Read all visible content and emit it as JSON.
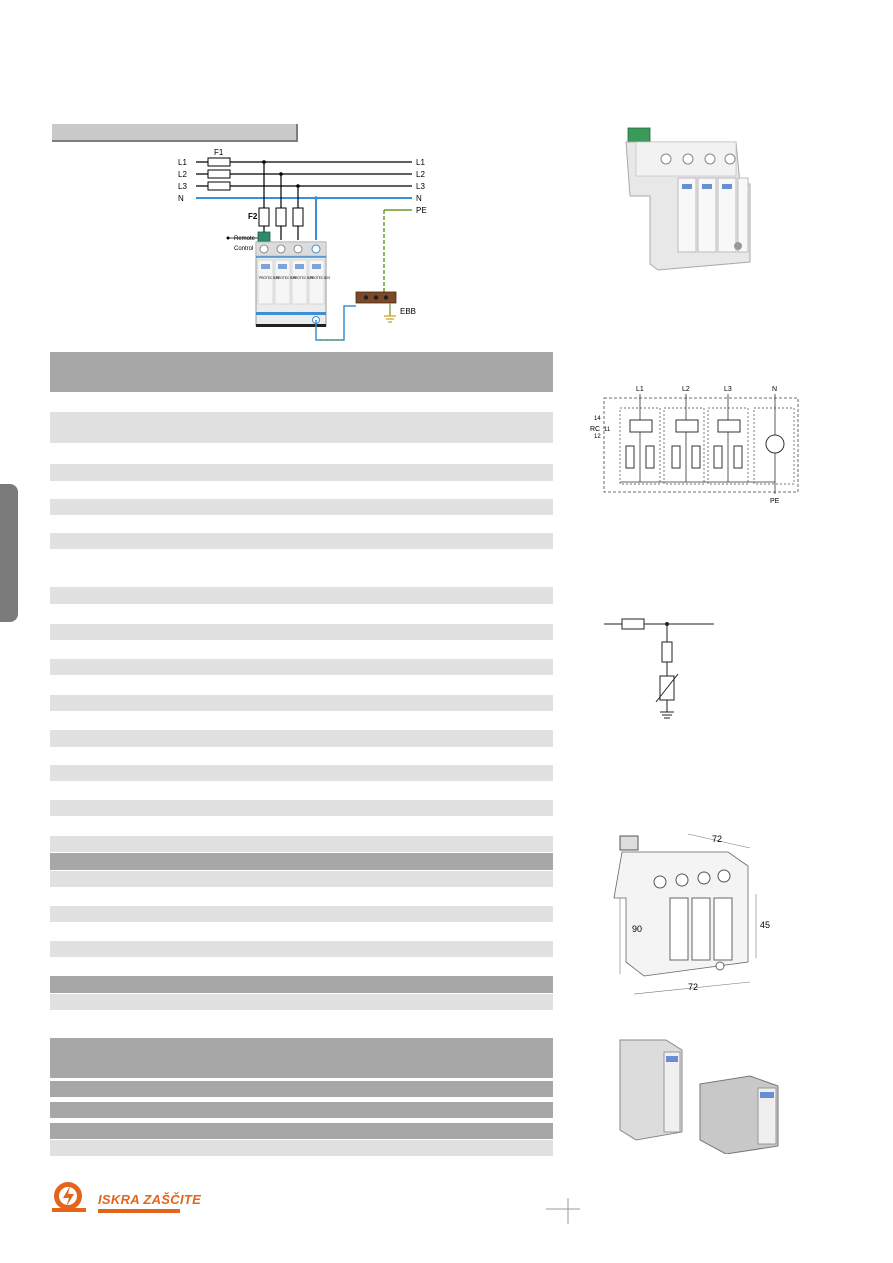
{
  "wiring": {
    "fuse_f1": "F1",
    "fuse_f2": "F2",
    "lines_left": [
      "L1",
      "L2",
      "L3",
      "N"
    ],
    "lines_right": [
      "L1",
      "L2",
      "L3",
      "N",
      "PE"
    ],
    "remote_control_1": "Remote",
    "remote_control_2": "Control",
    "ebb": "EBB",
    "module_labels": [
      "PROTEC B2S",
      "PROTEC B2S",
      "PROTEC B2S",
      "PROTEC B2S"
    ]
  },
  "schematic": {
    "top_labels": [
      "L1",
      "L2",
      "L3",
      "N"
    ],
    "bottom_label": "PE",
    "rc_label": "RC",
    "rc_pins": [
      "14",
      "11",
      "12"
    ]
  },
  "dimensions": {
    "top_width": "72",
    "bottom_width": "72",
    "left_height": "90",
    "right_height": "45"
  },
  "footer": {
    "brand": "ISKRA ZAŠČITE"
  },
  "colors": {
    "accent_orange": "#e4641c",
    "table_light": "#e1e1e1",
    "table_dark": "#a7a7a7",
    "neutral_blue": "#3a8fd6",
    "pe_green": "#6a9a2a"
  }
}
